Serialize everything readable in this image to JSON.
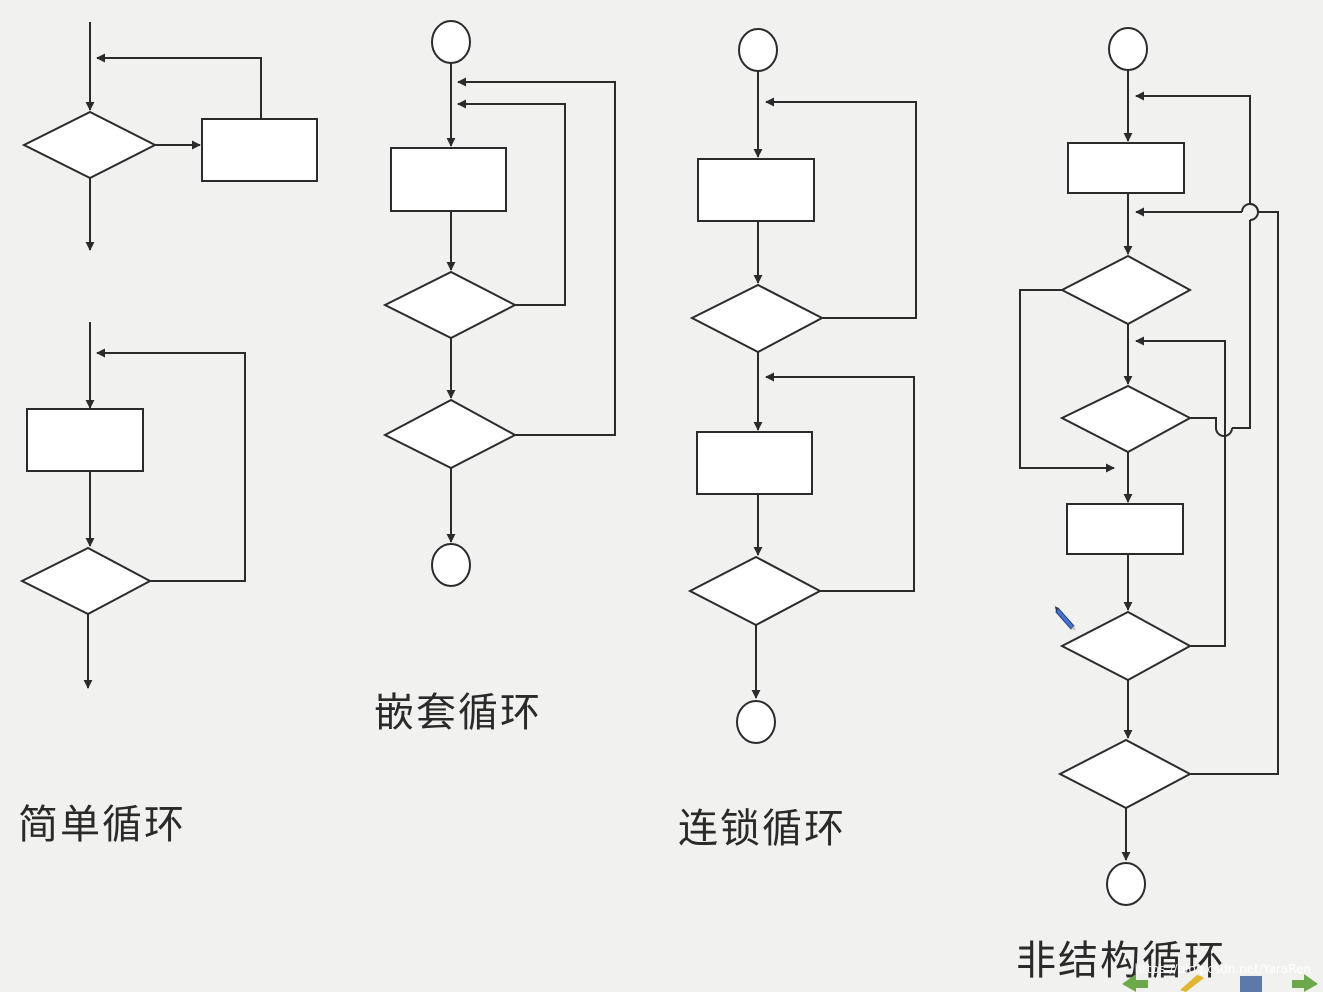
{
  "captions": {
    "simple_loop": "简单循环",
    "nested_loop": "嵌套循环",
    "chained_loop": "连锁循环",
    "unstructured_loop": "非结构循环"
  },
  "watermark": "https://blog.csdn.net/YaraRen",
  "colors": {
    "background": "#f1f2ef",
    "stroke": "#2b2b2b",
    "shape_fill": "#ffffff"
  },
  "icons": [
    "pen-cursor-icon",
    "back-arrow-icon",
    "edit-pencil-icon",
    "screen-icon",
    "forward-arrow-icon"
  ]
}
